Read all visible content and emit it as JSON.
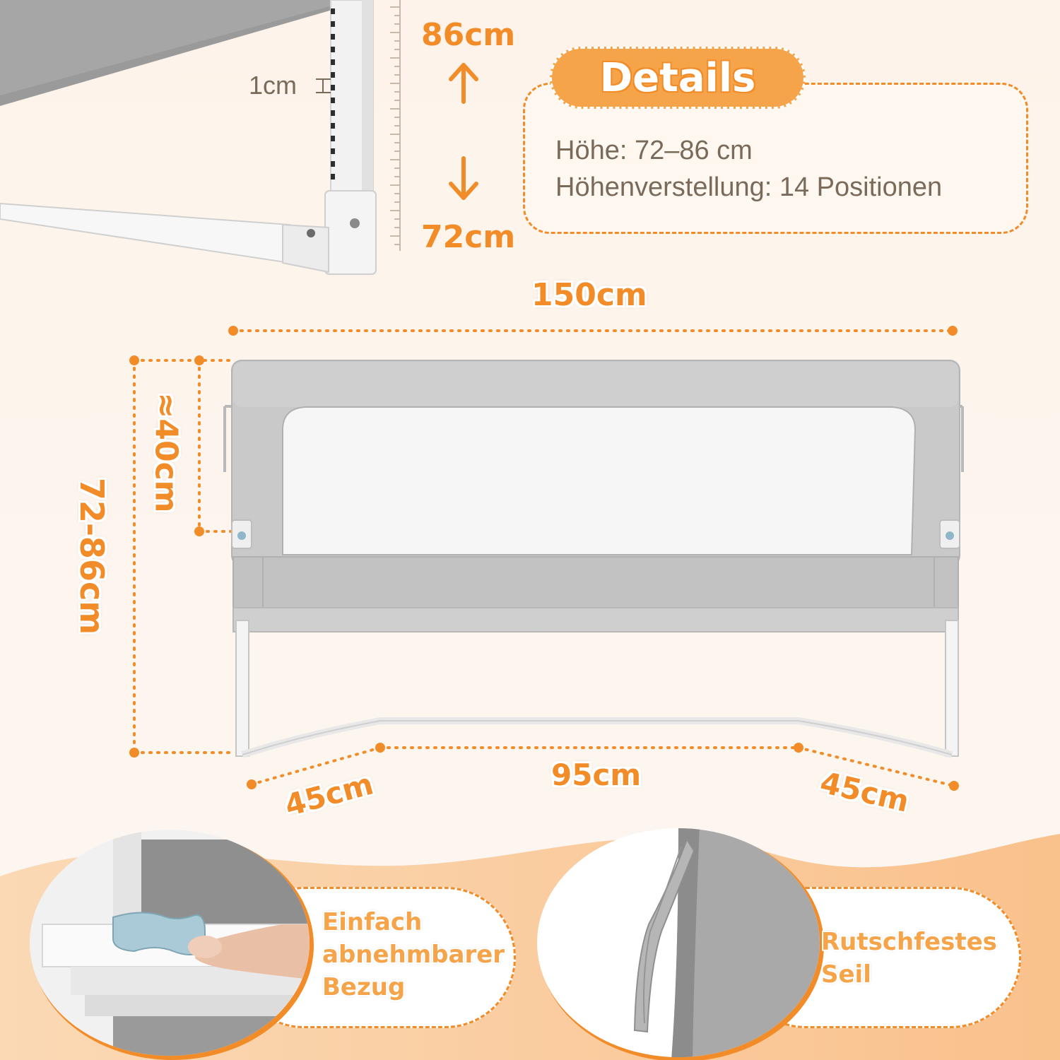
{
  "accent_color": "#f28c28",
  "height_scale": {
    "top_label": "86cm",
    "bottom_label": "72cm",
    "step_label": "1cm",
    "up_arrow_icon": "arrow-up-icon",
    "down_arrow_icon": "arrow-down-icon"
  },
  "details": {
    "badge": "Details",
    "lines": [
      "Höhe: 72–86 cm",
      "Höhenverstellung: 14 Positionen"
    ]
  },
  "dimensions": {
    "width": "150cm",
    "height": "72-86cm",
    "mesh_height": "≈40cm",
    "foot_left": "45cm",
    "foot_middle": "95cm",
    "foot_right": "45cm"
  },
  "features": [
    {
      "lines": [
        "Einfach",
        "abnehmbarer",
        "Bezug"
      ],
      "icon": "release-button-photo"
    },
    {
      "lines": [
        "Rutschfestes",
        "Seil"
      ],
      "icon": "strap-photo"
    }
  ]
}
